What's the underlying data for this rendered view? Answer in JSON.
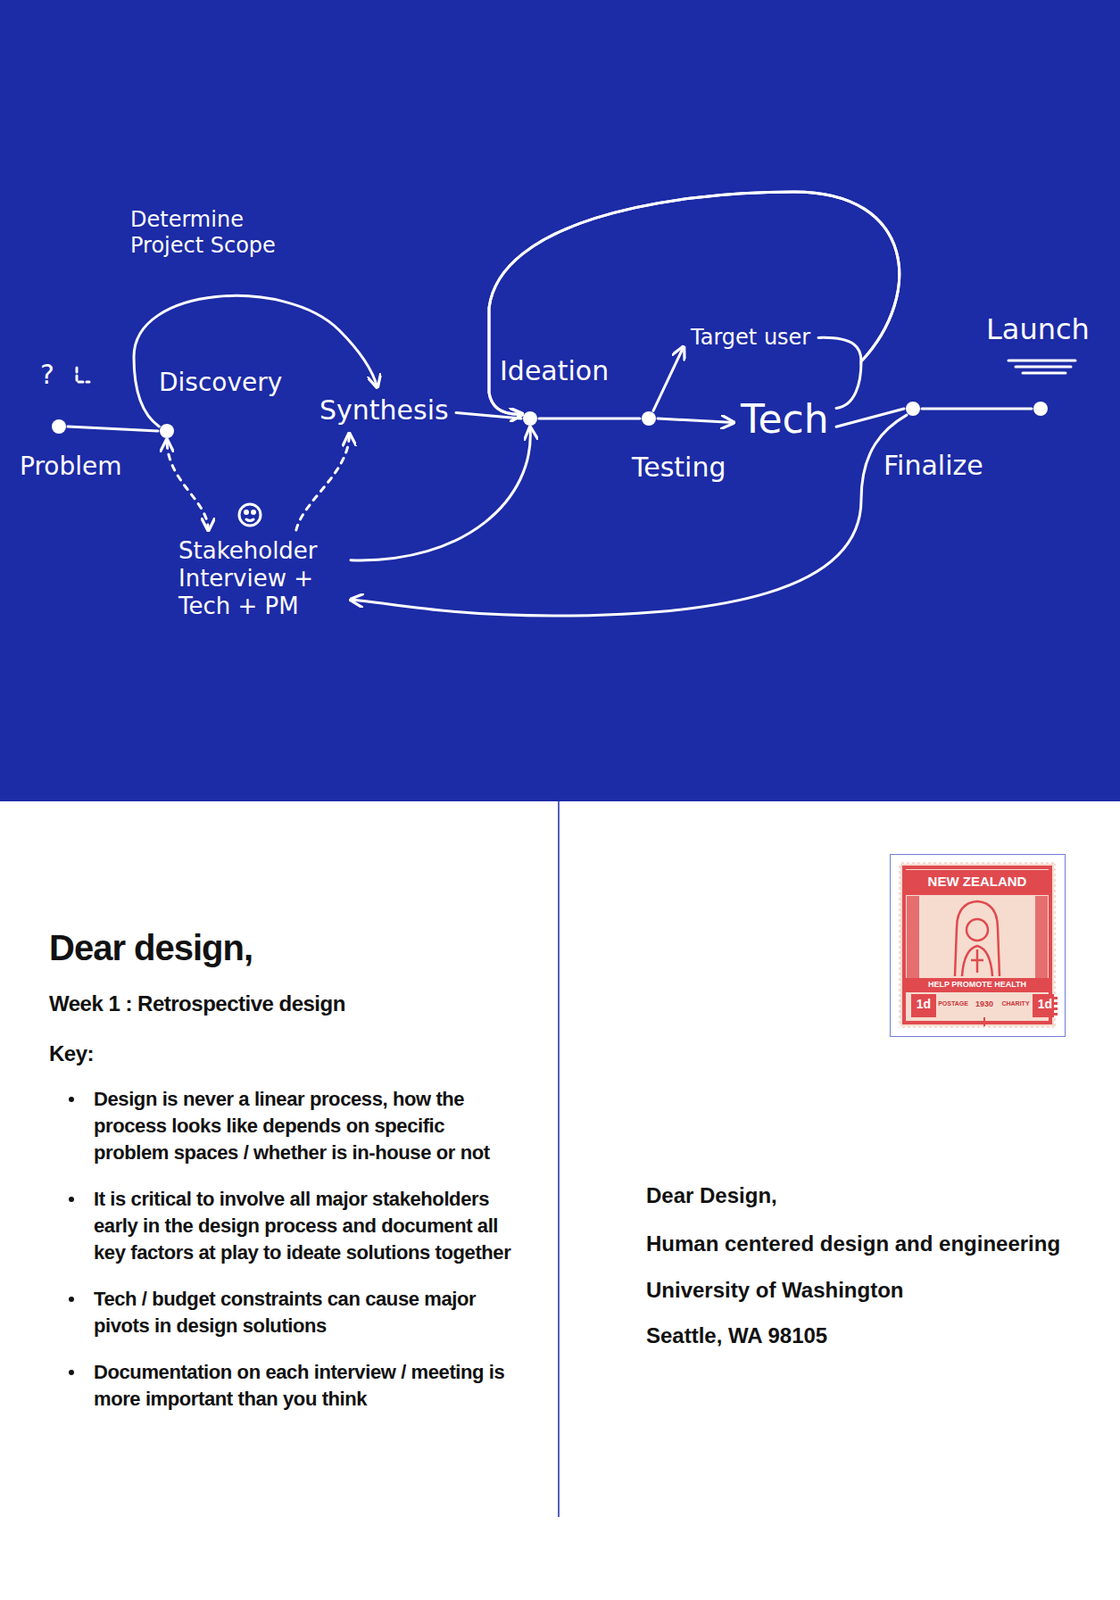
{
  "diagram": {
    "title": "Dear design,",
    "nodes": [
      {
        "text": [
          "Problem"
        ]
      },
      {
        "text": [
          "Discovery"
        ]
      },
      {
        "text": [
          "Stakeholder Interview + Tech + PM"
        ]
      },
      {
        "text": [
          "Synthesis"
        ]
      },
      {
        "text": [
          "Ideation"
        ]
      },
      {
        "text": [
          "Testing"
        ]
      },
      {
        "text": [
          "Target user"
        ]
      },
      {
        "text": [
          "Tech"
        ]
      },
      {
        "text": [
          "Finalize"
        ]
      },
      {
        "text": [
          "Launch"
        ]
      }
    ],
    "edges": [
      {
        "from": 0,
        "to": 1,
        "arrow": "none"
      },
      {
        "from": 1,
        "to": 3,
        "label": "Determine Project Scope",
        "arrow": "to"
      },
      {
        "from": 2,
        "to": 1,
        "arrow": "both"
      },
      {
        "from": 2,
        "to": 3,
        "arrow": "to"
      },
      {
        "from": 3,
        "to": 4,
        "arrow": "none"
      },
      {
        "from": 4,
        "to": 5,
        "arrow": "none"
      },
      {
        "from": 5,
        "to": 7,
        "arrow": "to"
      },
      {
        "from": 5,
        "to": 6,
        "arrow": "to"
      },
      {
        "from": 6,
        "to": 4,
        "arrow": "to"
      },
      {
        "from": 7,
        "to": 4,
        "arrow": "to"
      },
      {
        "from": 7,
        "to": 8,
        "arrow": "none"
      },
      {
        "from": 8,
        "to": 9,
        "arrow": "none"
      },
      {
        "from": 8,
        "to": 2,
        "arrow": "to"
      },
      {
        "from": 2,
        "to": 4,
        "arrow": "to"
      }
    ],
    "labels": [
      "?",
      "Week 1 :  Retrospective design",
      "Key:",
      "Design is never a linear process, how the process looks like depends on specific problem spaces / whether is in-house or not",
      "It is critical to involve all major stakeholders early in the design process and document all key factors at play to ideate solutions together",
      "Tech / budget constraints can cause major pivots in design solutions",
      "Documentation on each interview / meeting is more important than you think",
      "Dear Design,",
      "Human centered design and engineering",
      "University of Washington",
      "Seattle, WA  98105",
      "NEW ZEALAND",
      "HELP PROMOTE HEALTH",
      "1d",
      "POSTAGE",
      "1930",
      "CHARITY",
      "1d"
    ]
  }
}
